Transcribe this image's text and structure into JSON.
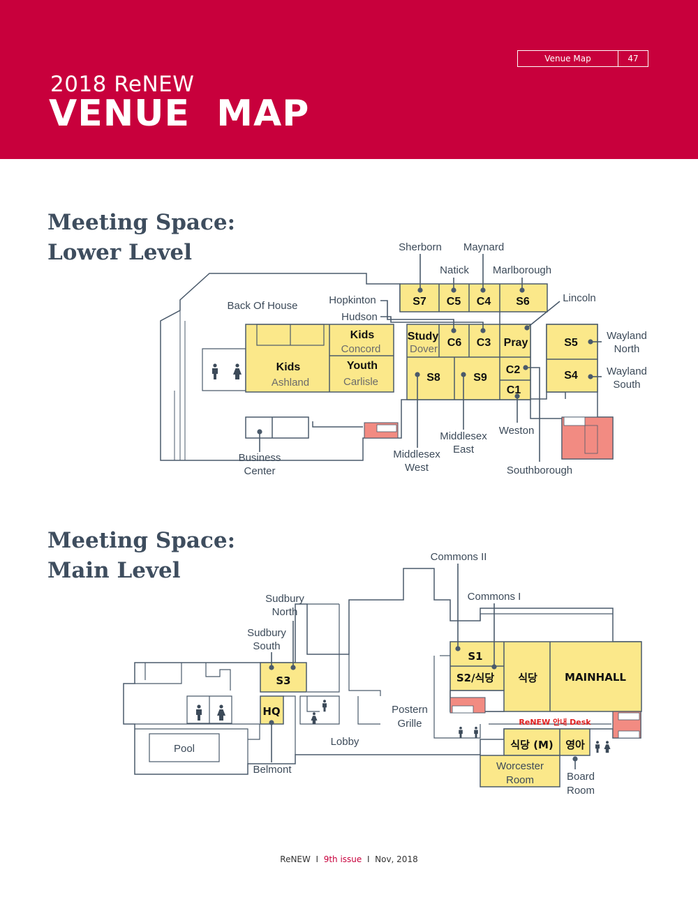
{
  "header": {
    "section_label": "Venue Map",
    "page_number": "47",
    "year_line": "2018 ReNEW",
    "title": "VENUE  MAP"
  },
  "lower_level": {
    "heading_line1": "Meeting Space:",
    "heading_line2": "Lower Level",
    "rooms": {
      "s7": "S7",
      "c5": "C5",
      "c4": "C4",
      "s6": "S6",
      "kids_top": "Kids",
      "concord": "Concord",
      "kids_left": "Kids",
      "ashland": "Ashland",
      "youth": "Youth",
      "carlisle": "Carlisle",
      "study": "Study",
      "dover": "Dover",
      "c6": "C6",
      "c3": "C3",
      "pray": "Pray",
      "s8": "S8",
      "s9": "S9",
      "c2": "C2",
      "c1": "C1",
      "s5": "S5",
      "s4": "S4"
    },
    "labels": {
      "sherborn": "Sherborn",
      "maynard": "Maynard",
      "natick": "Natick",
      "marlborough": "Marlborough",
      "hopkinton": "Hopkinton",
      "hudson": "Hudson",
      "lincoln": "Lincoln",
      "back_of_house": "Back Of House",
      "wayland_north_1": "Wayland",
      "wayland_north_2": "North",
      "wayland_south_1": "Wayland",
      "wayland_south_2": "South",
      "business_1": "Business",
      "business_2": "Center",
      "mw_1": "Middlesex",
      "mw_2": "West",
      "me_1": "Middlesex",
      "me_2": "East",
      "weston": "Weston",
      "southborough": "Southborough"
    }
  },
  "main_level": {
    "heading_line1": "Meeting Space:",
    "heading_line2": "Main Level",
    "rooms": {
      "s1": "S1",
      "s2": "S2/식당",
      "sikdang": "식당",
      "mainhall": "MAINHALL",
      "s3": "S3",
      "hq": "HQ",
      "sikdang_m": "식당 (M)",
      "youngah": "영아"
    },
    "labels": {
      "commons2": "Commons II",
      "commons1": "Commons I",
      "sn_1": "Sudbury",
      "sn_2": "North",
      "ss_1": "Sudbury",
      "ss_2": "South",
      "pool": "Pool",
      "belmont": "Belmont",
      "lobby": "Lobby",
      "postern_1": "Postern",
      "postern_2": "Grille",
      "desk": "ReNEW 안내 Desk",
      "worcester_1": "Worcester",
      "worcester_2": "Room",
      "board_1": "Board",
      "board_2": "Room"
    }
  },
  "footer": {
    "brand": "ReNEW",
    "sep1": "I",
    "issue": "9th issue",
    "sep2": "I",
    "date": "Nov, 2018"
  },
  "colors": {
    "banner": "#c8003c",
    "room_fill": "#fbe88a",
    "stair_fill": "#f28b82",
    "line": "#4a5a6b",
    "desk_text": "#e02020"
  }
}
